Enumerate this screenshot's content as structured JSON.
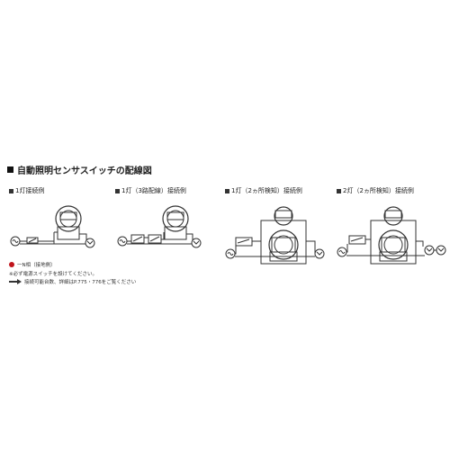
{
  "title": "自動照明センサスイッチの配線図",
  "diagrams": [
    {
      "label": "1灯接続例"
    },
    {
      "label": "1灯（3路配線）接続例"
    },
    {
      "label": "1灯（2ヵ所検知）接続例"
    },
    {
      "label": "2灯（2ヵ所検知）接続例"
    }
  ],
  "legend": {
    "n_side": "一N相（接地側）",
    "switch_note": "※必ず電源スイッチを設けてください。",
    "wiring_note": "接続可能台数、詳細はP.775・776をご覧ください"
  },
  "colors": {
    "line": "#333333",
    "n_side_dot": "#c0141c",
    "title_square": "#111111"
  }
}
